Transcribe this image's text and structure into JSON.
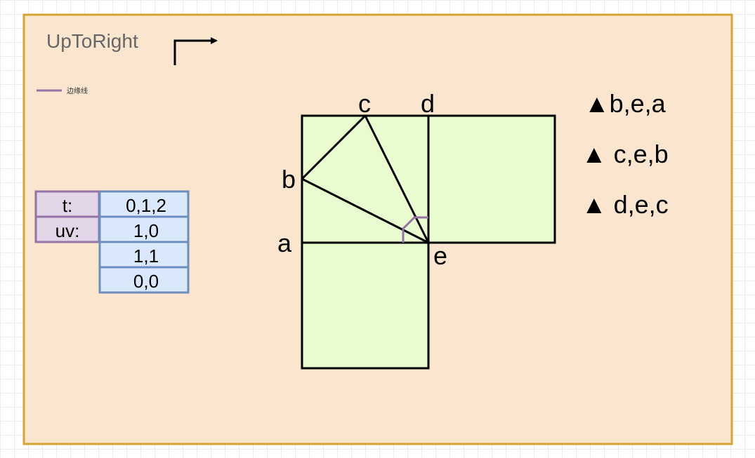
{
  "diagram": {
    "title": "UpToRight",
    "legend": {
      "label": "边缘线",
      "color": "#9673a6"
    },
    "colors": {
      "panel_fill": "#fae6cf",
      "panel_border": "#d6a531",
      "square_fill": "#e8fccf",
      "table_t_fill": "#e1d5e7",
      "table_t_border": "#9673a6",
      "table_v_fill": "#dae8fc",
      "table_v_border": "#6c8ebf"
    },
    "table": {
      "row_labels": [
        "t:",
        "uv:"
      ],
      "values": [
        "0,1,2",
        "1,0",
        "1,1",
        "0,0"
      ]
    },
    "points": {
      "a": "a",
      "b": "b",
      "c": "c",
      "d": "d",
      "e": "e"
    },
    "triangles": [
      "▲b,e,a",
      "▲ c,e,b",
      "▲ d,e,c"
    ]
  }
}
